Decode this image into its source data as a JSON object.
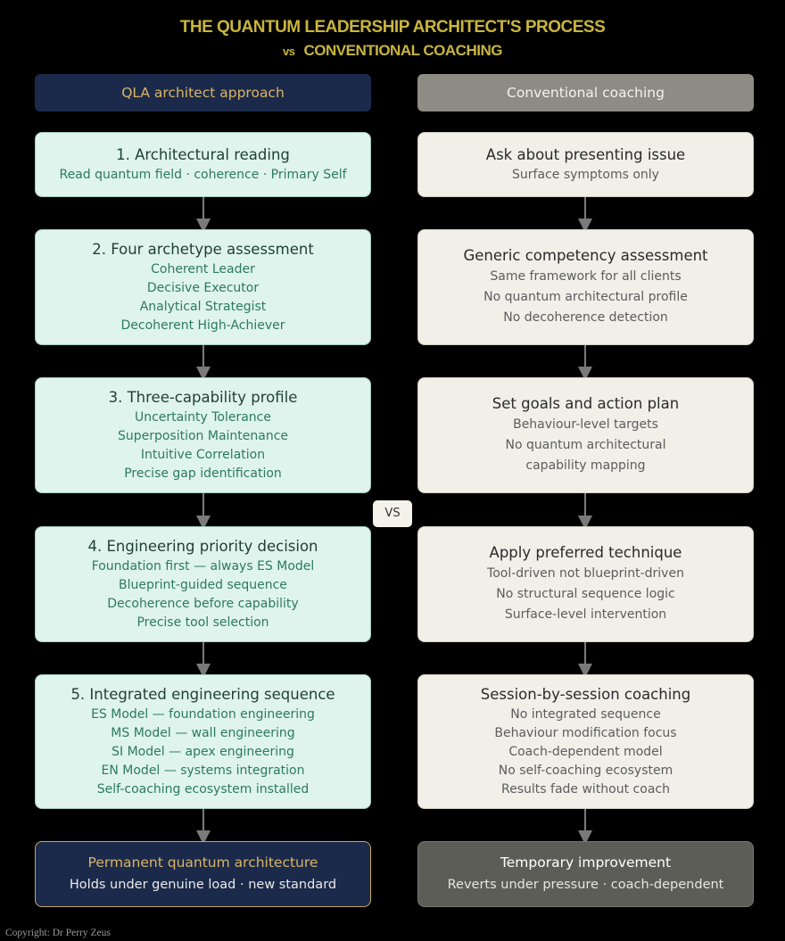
{
  "title_line1": "THE QUANTUM LEADERSHIP ARCHITECT'S PROCESS",
  "title_vs": "vs",
  "title_line2": "CONVENTIONAL COACHING",
  "left_header": "QLA architect approach",
  "right_header": "Conventional coaching",
  "left_steps": [
    {
      "title": "1. Architectural reading",
      "lines": [
        "Read quantum field · coherence · Primary Self"
      ]
    },
    {
      "title": "2. Four archetype assessment",
      "lines": [
        "Coherent Leader",
        "Decisive Executor",
        "Analytical Strategist",
        "Decoherent High-Achiever"
      ]
    },
    {
      "title": "3. Three-capability profile",
      "lines": [
        "Uncertainty Tolerance",
        "Superposition Maintenance",
        "Intuitive Correlation",
        "Precise gap identification"
      ]
    },
    {
      "title": "4. Engineering priority decision",
      "lines": [
        "Foundation first — always ES Model",
        "Blueprint-guided sequence",
        "Decoherence before capability",
        "Precise tool selection"
      ]
    },
    {
      "title": "5. Integrated engineering sequence",
      "lines": [
        "ES Model — foundation engineering",
        "MS Model — wall engineering",
        "SI Model — apex engineering",
        "EN Model — systems integration",
        "Self-coaching ecosystem installed"
      ]
    }
  ],
  "right_steps": [
    {
      "title": "Ask about presenting issue",
      "lines": [
        "Surface symptoms only"
      ]
    },
    {
      "title": "Generic competency assessment",
      "lines": [
        "Same framework for all clients",
        "No quantum architectural profile",
        "No decoherence detection"
      ]
    },
    {
      "title": "Set goals and action plan",
      "lines": [
        "Behaviour-level targets",
        "No quantum architectural",
        "capability mapping"
      ]
    },
    {
      "title": "Apply preferred technique",
      "lines": [
        "Tool-driven not blueprint-driven",
        "No structural sequence logic",
        "Surface-level intervention"
      ]
    },
    {
      "title": "Session-by-session coaching",
      "lines": [
        "No integrated sequence",
        "Behaviour modification focus",
        "Coach-dependent model",
        "No self-coaching ecosystem",
        "Results fade without coach"
      ]
    }
  ],
  "left_final": {
    "title": "Permanent quantum architecture",
    "subtitle": "Holds under genuine load · new standard"
  },
  "right_final": {
    "title": "Temporary improvement",
    "subtitle": "Reverts under pressure · coach-dependent"
  },
  "vs_label": "VS",
  "copyright": "Copyright: Dr Perry Zeus",
  "colors": {
    "title_gold": "#c9b53e",
    "navy": "#1b2a4a",
    "mint_box": "#dff4ec",
    "beige_box": "#f1efe8",
    "grey_header": "#8c8c84",
    "dark_grey_final": "#5d5d58"
  }
}
